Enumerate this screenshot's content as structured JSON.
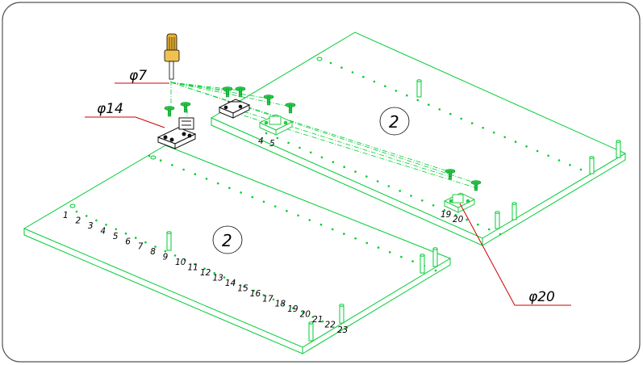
{
  "colors": {
    "board": "#00cc33",
    "screw": "#22cc44",
    "bracket_dark": "#111111",
    "leader": "#cc0000",
    "frame": "#555555",
    "handle": "#e8b030"
  },
  "labels": {
    "phi7": "φ7",
    "phi14": "φ14",
    "phi20": "φ20",
    "board_left": "2",
    "board_right": "2"
  },
  "right_board_numbers": [
    "4",
    "5",
    "19",
    "20"
  ],
  "left_board_numbers": [
    "1",
    "2",
    "3",
    "4",
    "5",
    "6",
    "7",
    "8",
    "9",
    "10",
    "11",
    "12",
    "13",
    "14",
    "15",
    "16",
    "17",
    "18",
    "19",
    "20",
    "21",
    "22",
    "23"
  ],
  "icons": [
    "screwdriver-icon",
    "screw-icon",
    "hinge-bracket-icon"
  ]
}
